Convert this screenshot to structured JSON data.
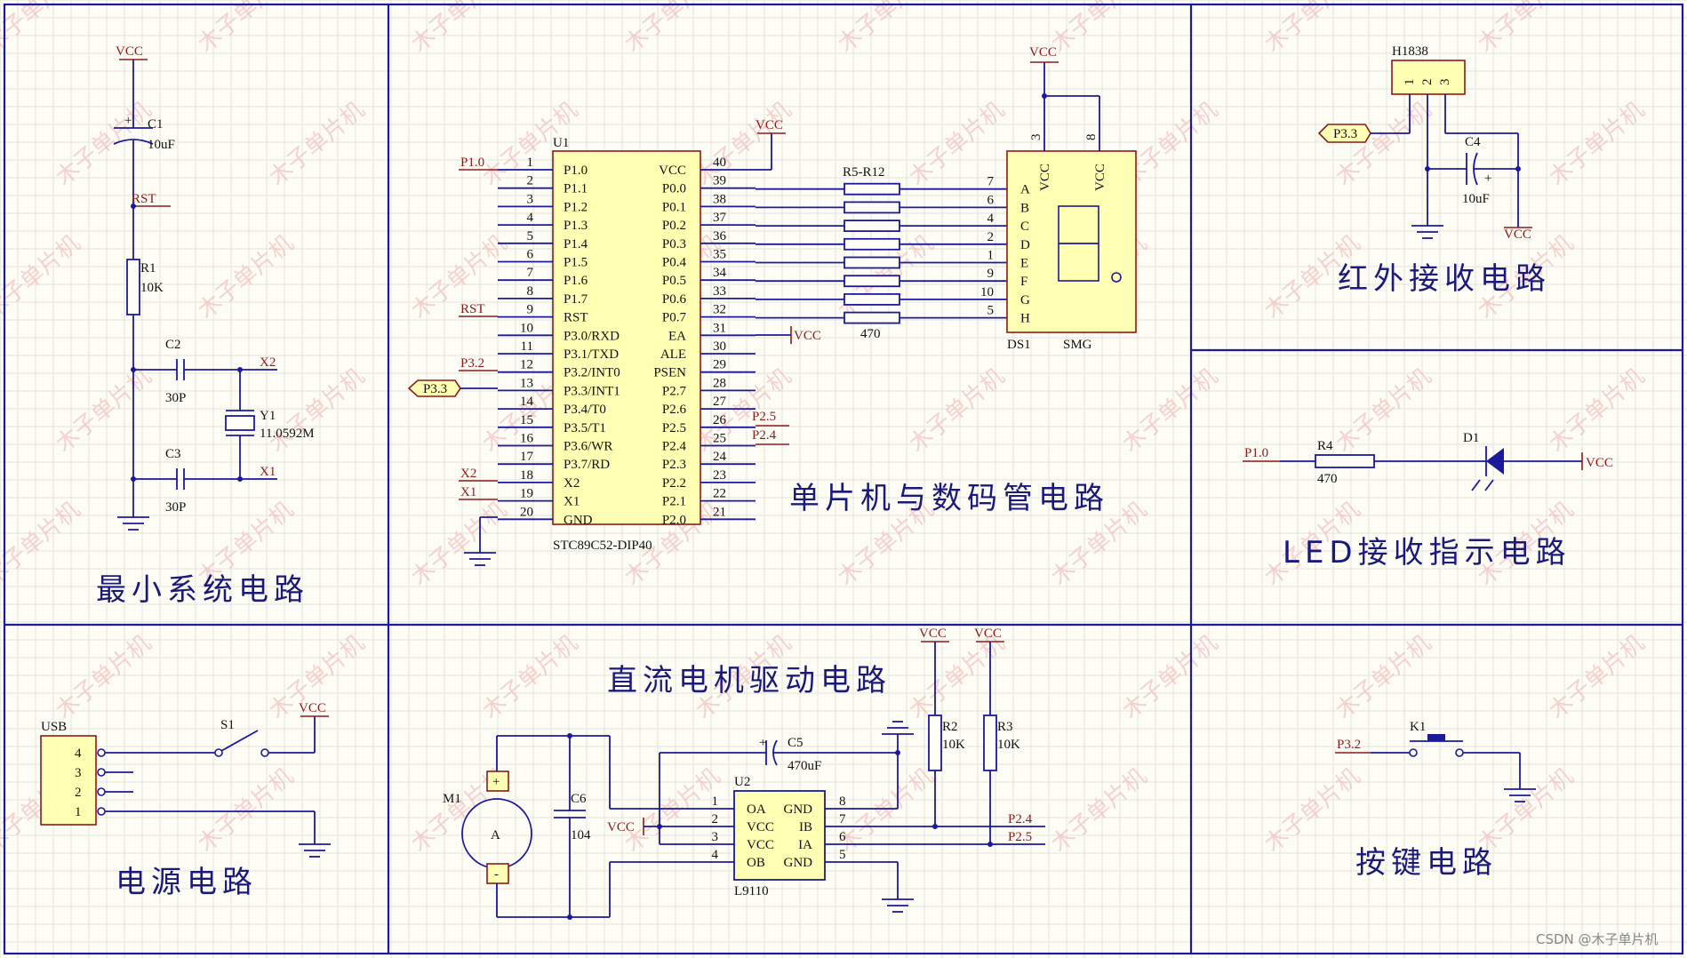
{
  "sections": {
    "min_system": "最小系统电路",
    "mcu_display": "单片机与数码管电路",
    "ir_receiver": "红外接收电路",
    "led_indicator": "LED接收指示电路",
    "power": "电源电路",
    "motor_driver": "直流电机驱动电路",
    "key": "按键电路"
  },
  "watermark": "木子单片机",
  "credit": "CSDN @木子单片机",
  "net": {
    "vcc": "VCC",
    "rst": "RST",
    "x1": "X1",
    "x2": "X2",
    "p10": "P1.0",
    "p32": "P3.2",
    "p33": "P3.3",
    "p24": "P2.4",
    "p25": "P2.5"
  },
  "min_system": {
    "c1": {
      "ref": "C1",
      "value": "10uF",
      "plus": "+"
    },
    "r1": {
      "ref": "R1",
      "value": "10K"
    },
    "c2": {
      "ref": "C2",
      "value": "30P"
    },
    "c3": {
      "ref": "C3",
      "value": "30P"
    },
    "y1": {
      "ref": "Y1",
      "value": "11.0592M"
    }
  },
  "mcu": {
    "ref": "U1",
    "part": "STC89C52-DIP40",
    "left_pins": [
      {
        "num": "1",
        "name": "P1.0"
      },
      {
        "num": "2",
        "name": "P1.1"
      },
      {
        "num": "3",
        "name": "P1.2"
      },
      {
        "num": "4",
        "name": "P1.3"
      },
      {
        "num": "5",
        "name": "P1.4"
      },
      {
        "num": "6",
        "name": "P1.5"
      },
      {
        "num": "7",
        "name": "P1.6"
      },
      {
        "num": "8",
        "name": "P1.7"
      },
      {
        "num": "9",
        "name": "RST"
      },
      {
        "num": "10",
        "name": "P3.0/RXD"
      },
      {
        "num": "11",
        "name": "P3.1/TXD"
      },
      {
        "num": "12",
        "name": "P3.2/INT0"
      },
      {
        "num": "13",
        "name": "P3.3/INT1"
      },
      {
        "num": "14",
        "name": "P3.4/T0"
      },
      {
        "num": "15",
        "name": "P3.5/T1"
      },
      {
        "num": "16",
        "name": "P3.6/WR"
      },
      {
        "num": "17",
        "name": "P3.7/RD"
      },
      {
        "num": "18",
        "name": "X2"
      },
      {
        "num": "19",
        "name": "X1"
      },
      {
        "num": "20",
        "name": "GND"
      }
    ],
    "right_pins": [
      {
        "num": "40",
        "name": "VCC"
      },
      {
        "num": "39",
        "name": "P0.0"
      },
      {
        "num": "38",
        "name": "P0.1"
      },
      {
        "num": "37",
        "name": "P0.2"
      },
      {
        "num": "36",
        "name": "P0.3"
      },
      {
        "num": "35",
        "name": "P0.4"
      },
      {
        "num": "34",
        "name": "P0.5"
      },
      {
        "num": "33",
        "name": "P0.6"
      },
      {
        "num": "32",
        "name": "P0.7"
      },
      {
        "num": "31",
        "name": "EA"
      },
      {
        "num": "30",
        "name": "ALE"
      },
      {
        "num": "29",
        "name": "PSEN"
      },
      {
        "num": "28",
        "name": "P2.7"
      },
      {
        "num": "27",
        "name": "P2.6"
      },
      {
        "num": "26",
        "name": "P2.5"
      },
      {
        "num": "25",
        "name": "P2.4"
      },
      {
        "num": "24",
        "name": "P2.3"
      },
      {
        "num": "23",
        "name": "P2.2"
      },
      {
        "num": "22",
        "name": "P2.1"
      },
      {
        "num": "21",
        "name": "P2.0"
      }
    ]
  },
  "resistor_array": {
    "ref": "R5-R12",
    "value": "470"
  },
  "display": {
    "ref": "DS1",
    "part": "SMG",
    "pins": [
      {
        "num": "7",
        "name": "A"
      },
      {
        "num": "6",
        "name": "B"
      },
      {
        "num": "4",
        "name": "C"
      },
      {
        "num": "2",
        "name": "D"
      },
      {
        "num": "1",
        "name": "E"
      },
      {
        "num": "9",
        "name": "F"
      },
      {
        "num": "10",
        "name": "G"
      },
      {
        "num": "5",
        "name": "H"
      }
    ],
    "com_pins": [
      {
        "num": "3",
        "name": "VCC"
      },
      {
        "num": "8",
        "name": "VCC"
      }
    ]
  },
  "ir": {
    "ref": "H1838",
    "pins": [
      "1",
      "2",
      "3"
    ],
    "c4": {
      "ref": "C4",
      "value": "10uF",
      "plus": "+"
    }
  },
  "led": {
    "r4": {
      "ref": "R4",
      "value": "470"
    },
    "d1": {
      "ref": "D1"
    }
  },
  "power": {
    "usb": {
      "ref": "USB",
      "pins": [
        "4",
        "3",
        "2",
        "1"
      ]
    },
    "s1": {
      "ref": "S1"
    }
  },
  "motor": {
    "m1": {
      "ref": "M1",
      "label": "A",
      "plus": "+",
      "minus": "-"
    },
    "c6": {
      "ref": "C6",
      "value": "104"
    },
    "c5": {
      "ref": "C5",
      "value": "470uF",
      "plus": "+"
    },
    "r2": {
      "ref": "R2",
      "value": "10K"
    },
    "r3": {
      "ref": "R3",
      "value": "10K"
    },
    "u2": {
      "ref": "U2",
      "part": "L9110",
      "left_pins": [
        {
          "num": "1",
          "name": "OA"
        },
        {
          "num": "2",
          "name": "VCC"
        },
        {
          "num": "3",
          "name": "VCC"
        },
        {
          "num": "4",
          "name": "OB"
        }
      ],
      "right_pins": [
        {
          "num": "8",
          "name": "GND"
        },
        {
          "num": "7",
          "name": "IB"
        },
        {
          "num": "6",
          "name": "IA"
        },
        {
          "num": "5",
          "name": "GND"
        }
      ]
    }
  },
  "key": {
    "k1": {
      "ref": "K1"
    }
  }
}
